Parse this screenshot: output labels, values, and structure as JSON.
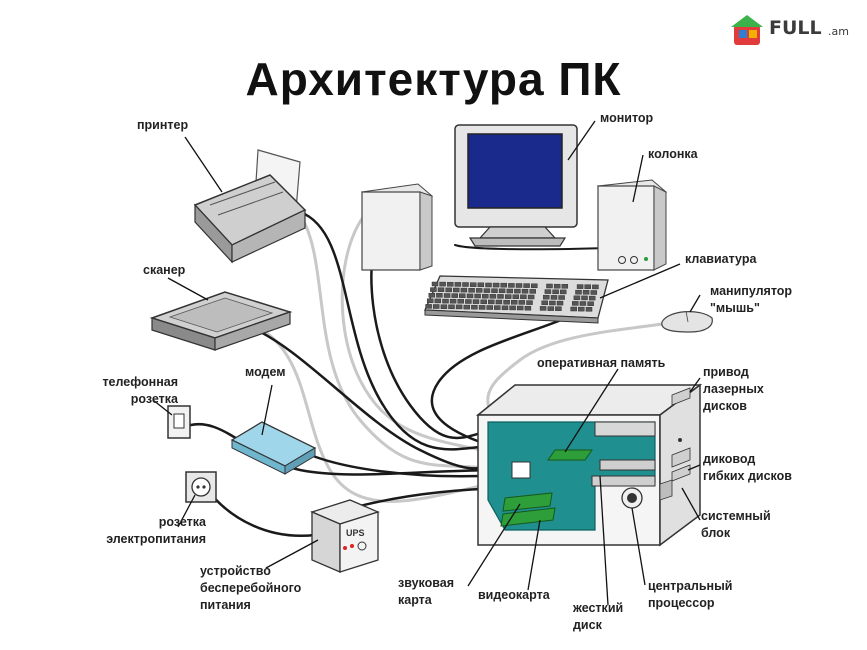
{
  "title": "Архитектура ПК",
  "logo": {
    "name": "FULL",
    "suffix": ".am"
  },
  "labels": {
    "printer": "принтер",
    "scanner": "сканер",
    "phone_socket": [
      "телефонная",
      "розетка"
    ],
    "modem": "модем",
    "power_socket": [
      "розетка",
      "электропитания"
    ],
    "ups": [
      "устройство",
      "бесперебойного",
      "питания"
    ],
    "ups_badge": "UPS",
    "monitor": "монитор",
    "speaker": "колонка",
    "keyboard": "клавиатура",
    "mouse": [
      "манипулятор",
      "\"мышь\""
    ],
    "ram": "оперативная память",
    "cd_drive": [
      "привод",
      "лазерных",
      "дисков"
    ],
    "floppy": [
      "диковод",
      "гибких дисков"
    ],
    "system_unit": [
      "системный",
      "блок"
    ],
    "cpu": [
      "центральный",
      "процессор"
    ],
    "hdd": [
      "жесткий",
      "диск"
    ],
    "video_card": "видеокарта",
    "sound_card": [
      "звуковая",
      "карта"
    ]
  },
  "colors": {
    "motherboard": "#1f8f8f",
    "monitor_screen": "#1a2a8c",
    "modem": "#9fd6ea",
    "expansion_card": "#2e9e3a",
    "cable_dark": "#1a1a1a",
    "cable_light": "#c8c8c8"
  }
}
